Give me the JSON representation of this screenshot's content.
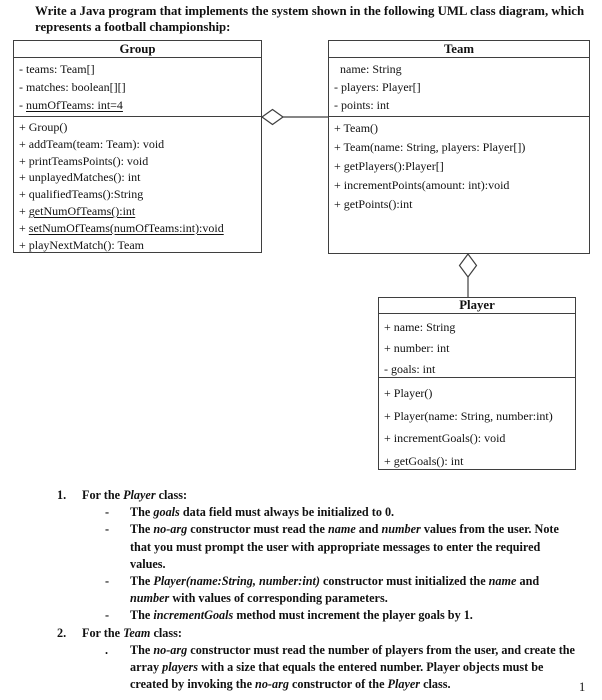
{
  "page": {
    "title_lines": [
      "Write a Java program that implements the system shown in the following UML class diagram, which",
      "represents a football championship:"
    ],
    "page_number": "1"
  },
  "uml": {
    "group": {
      "name": "Group",
      "attributes": [
        "- teams: Team[]",
        "- matches: boolean[][]",
        "- _numOfTeams: int=4_"
      ],
      "methods": [
        "+ Group()",
        "+ addTeam(team: Team): void",
        "+ printTeamsPoints(): void",
        "+ unplayedMatches(): int",
        "+ qualifiedTeams():String",
        "+ _getNumOfTeams():int_",
        "+ _setNumOfTeams(numOfTeams:int):void_",
        "+ playNextMatch(): Team"
      ]
    },
    "team": {
      "name": "Team",
      "attributes": [
        "  name: String",
        "- players: Player[]",
        "- points: int"
      ],
      "methods": [
        "+ Team()",
        "+ Team(name: String, players: Player[])",
        "+ getPlayers():Player[]",
        "+ incrementPoints(amount: int):void",
        "+ getPoints():int"
      ]
    },
    "player": {
      "name": "Player",
      "attributes": [
        "+ name: String",
        "+ number: int",
        "- goals: int"
      ],
      "methods": [
        "+ Player()",
        "+ Player(name: String, number:int)",
        "+ incrementGoals(): void",
        "+ getGoals(): int"
      ]
    }
  },
  "questions": [
    {
      "number": "1.",
      "heading": "For the *Player* class:",
      "items": [
        {
          "bullet": "-",
          "text": "The *goals* data field must always be initialized to 0."
        },
        {
          "bullet": "-",
          "text": "The *no-arg* constructor must read the *name* and *number* values from the user. Note that you must prompt the user with appropriate messages to enter the required values."
        },
        {
          "bullet": "-",
          "text": "The *Player(name:String, number:int)* constructor must initialized the *name* and *number* with values of corresponding parameters."
        },
        {
          "bullet": "-",
          "text": "The *incrementGoals* method must increment the player goals by 1."
        }
      ]
    },
    {
      "number": "2.",
      "heading": "For the *Team* class:",
      "items": [
        {
          "bullet": ".",
          "text": "The *no-arg* constructor must read the number of players from the user, and create the array *players* with a size that equals the entered number. Player objects must be created by invoking the *no-arg* constructor of the *Player* class."
        }
      ]
    }
  ]
}
